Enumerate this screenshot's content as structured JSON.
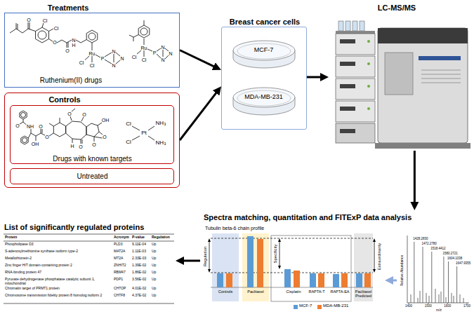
{
  "diagram": {
    "nodes": [
      {
        "text": [
          "Treatments",
          "Ruthenium(II) drugs"
        ]
      },
      {
        "text": [
          "Controls"
        ]
      },
      {
        "text": [
          "Drugs with known targets"
        ],
        "in": 1
      },
      {
        "text": [
          "Untreated"
        ],
        "in": 1
      },
      {
        "text": [
          "Breast cancer cells"
        ]
      },
      {
        "text": [
          "MCF-7"
        ],
        "in": 4
      },
      {
        "text": [
          "MDA-MB-231"
        ],
        "in": 4
      },
      {
        "text": [
          "LC-MS/MS"
        ]
      },
      {
        "text": [
          "Spectra matching, quantitation and FITExP data analysis"
        ]
      },
      {
        "text": [
          "Tubulin beta-6 chain profile"
        ],
        "in": 8
      },
      {
        "text": [
          "Relative Abundance",
          "m/z"
        ],
        "in": 8
      },
      {
        "text": [
          "List of significantly regulated proteins"
        ]
      }
    ],
    "edges": [
      {
        "from": 0,
        "to": 4,
        "arrow": "to"
      },
      {
        "from": 1,
        "to": 4,
        "arrow": "to"
      },
      {
        "from": 4,
        "to": 7,
        "arrow": "to"
      },
      {
        "from": 7,
        "to": 8,
        "arrow": "to"
      },
      {
        "from": 10,
        "to": 9,
        "arrow": "to"
      },
      {
        "from": 8,
        "to": 11,
        "arrow": "to"
      }
    ],
    "labels": [
      "O",
      "Cl",
      "Cl",
      "O",
      "N",
      "H",
      "O",
      "Ru",
      "P",
      "N",
      "N",
      "Cl",
      "Cl",
      "N",
      "Ru",
      "P",
      "N",
      "N",
      "Cl",
      "Cl",
      "N",
      "O",
      "NH",
      "O",
      "O",
      "OH",
      "O",
      "O",
      "OH",
      "O",
      "O",
      "H",
      "O",
      "Cl",
      "NH₃",
      "Pt",
      "Cl",
      "NH₃",
      "Controls",
      "Paclitaxel",
      "Cisplatin",
      "RAPTA-T",
      "RAPTA-EA",
      "Paclitaxel Predicted",
      "Regulation",
      "Specificity",
      "Extraordinarity",
      "1428.2830",
      "1472.2780",
      "1518.4412",
      "1580.2721",
      "1604.1038",
      "1647.9355",
      "1400",
      "1500",
      "1600",
      "1700",
      "Protein",
      "Acronym",
      "P-value",
      "Regulation",
      "Phospholipase D3",
      "PLD3",
      "9.11E-04",
      "Up",
      "S-adenosylmethionine synthase isoform type-2",
      "MAT2A",
      "1.11E-03",
      "Up",
      "Metallothionein-2",
      "MT2A",
      "2.33E-03",
      "Up",
      "Zinc finger HIT domain-containing protein 2",
      "ZNHIT2",
      "1.39E-02",
      "Up",
      "RNA-binding protein 47",
      "RBM47",
      "1.86E-02",
      "Up",
      "Pyruvate dehydrogenase phosphatase catalytic subunit 1, mitochondrial",
      "PDP1",
      "3.56E-02",
      "Up",
      "Chromatin target of PRMT1 protein",
      "CHTOP",
      "4.01E-02",
      "Up",
      "Chromosome transmission fidelity protein 8 homolog isoform 2",
      "CHTF8",
      "4.37E-02",
      "Up"
    ],
    "legend": [
      {
        "text": "MCF-7",
        "color": "#5b9bd5"
      },
      {
        "text": "MDA-MB-231",
        "color": "#ed7d31"
      }
    ]
  }
}
